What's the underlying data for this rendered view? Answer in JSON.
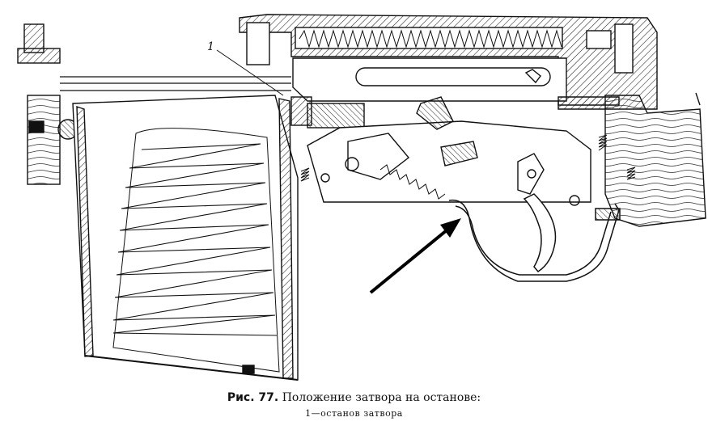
{
  "figure": {
    "callout_label": "1",
    "caption": {
      "prefix": "Рис. 77.",
      "title": "Положение затвора на останове:",
      "legend": "1—останов затвора"
    }
  }
}
